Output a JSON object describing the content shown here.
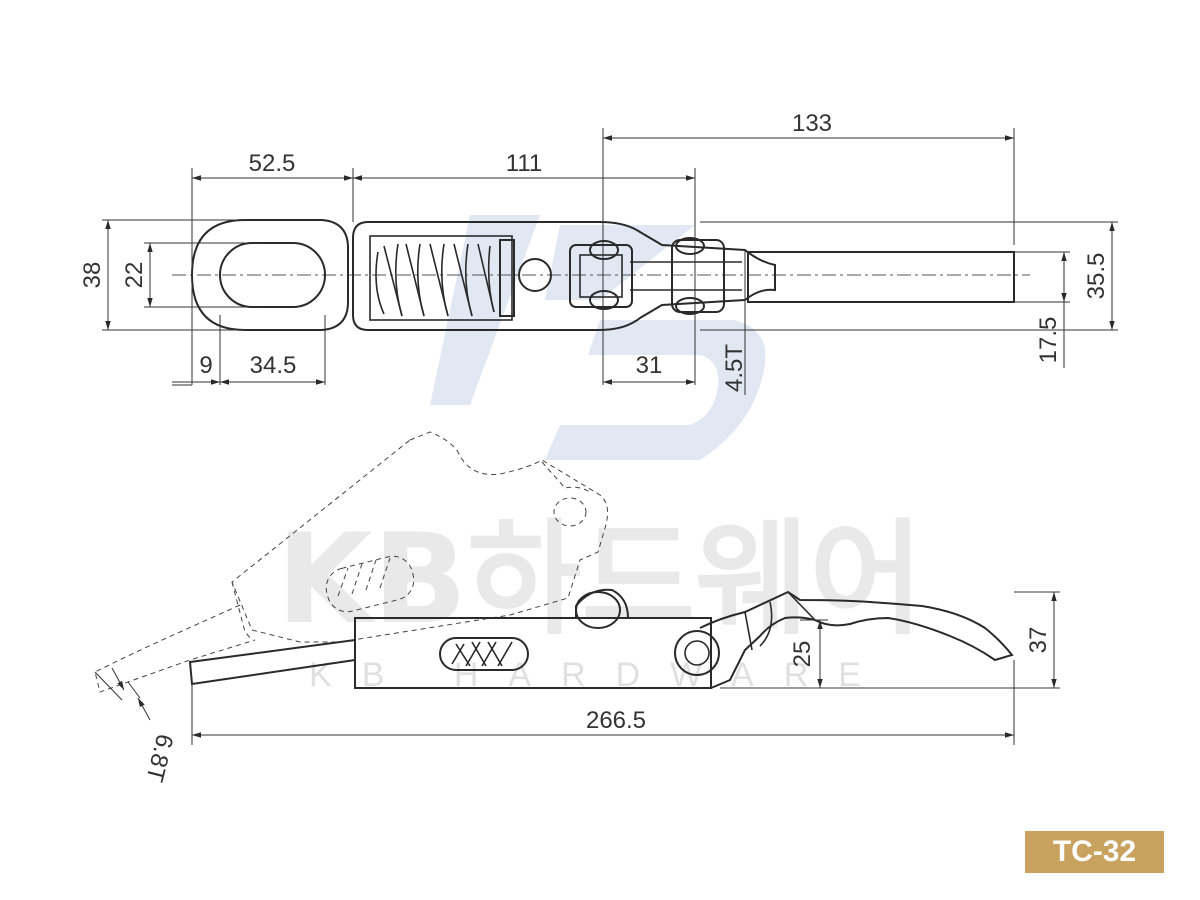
{
  "watermark": {
    "logo": "KB",
    "brand": "KB하드웨어",
    "brand_en": "KB HARDWARE"
  },
  "top_view": {
    "dimensions": {
      "d_133": "133",
      "d_52_5": "52.5",
      "d_111": "111",
      "d_38": "38",
      "d_22": "22",
      "d_9": "9",
      "d_34_5": "34.5",
      "d_31": "31",
      "d_4_5t": "4.5T",
      "d_35_5": "35.5",
      "d_17_5": "17.5"
    }
  },
  "side_view": {
    "dimensions": {
      "d_25": "25",
      "d_37": "37",
      "d_266_5": "266.5",
      "d_6_8t": "6.8T"
    }
  },
  "model_badge": {
    "label": "TC-32",
    "color": "#c9a25f"
  }
}
